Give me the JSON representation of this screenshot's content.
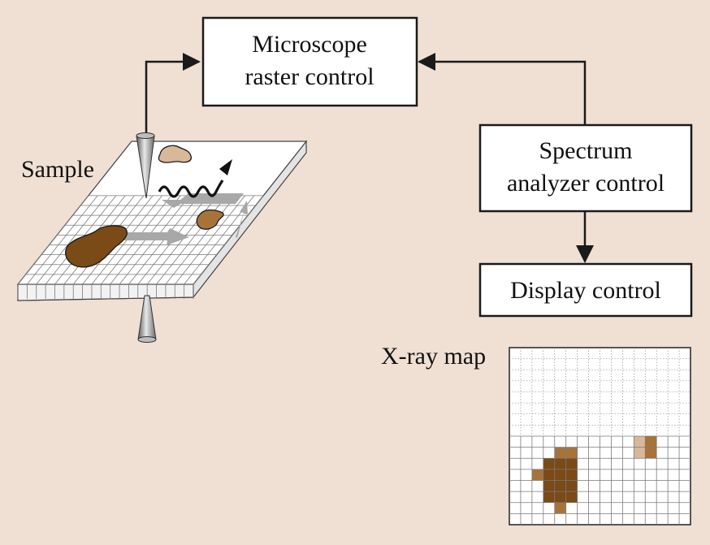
{
  "boxes": {
    "microscope": {
      "line1": "Microscope",
      "line2": "raster control"
    },
    "spectrum": {
      "line1": "Spectrum",
      "line2": "analyzer control"
    },
    "display": {
      "line1": "Display control"
    }
  },
  "labels": {
    "sample": "Sample",
    "xray_map": "X-ray map"
  },
  "colors": {
    "background": "#efe0d3",
    "dark_particle": "#7a4a17",
    "mid_particle": "#a8733a",
    "light_particle": "#d9b89a",
    "grid": "#7a7a7a",
    "probe": "#8c8c8c"
  }
}
